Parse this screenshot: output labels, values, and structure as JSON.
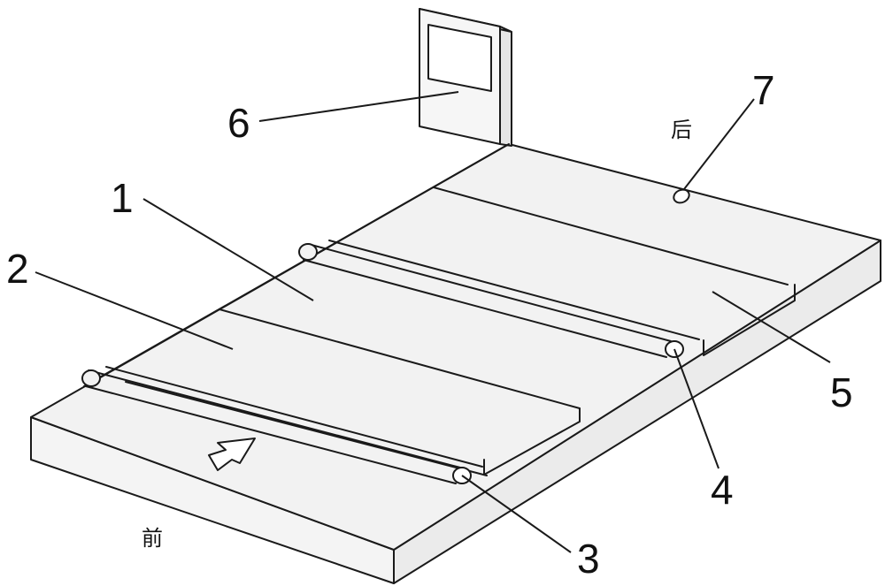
{
  "labels": {
    "n1": "1",
    "n2": "2",
    "n3": "3",
    "n4": "4",
    "n5": "5",
    "n6": "6",
    "n7": "7"
  },
  "direction": {
    "front": "前",
    "back": "后"
  },
  "colors": {
    "stroke": "#1a1a1a",
    "surface": "#f2f2f2",
    "face_front": "#f4f4f4",
    "face_side": "#ebebeb",
    "background": "#ffffff"
  }
}
